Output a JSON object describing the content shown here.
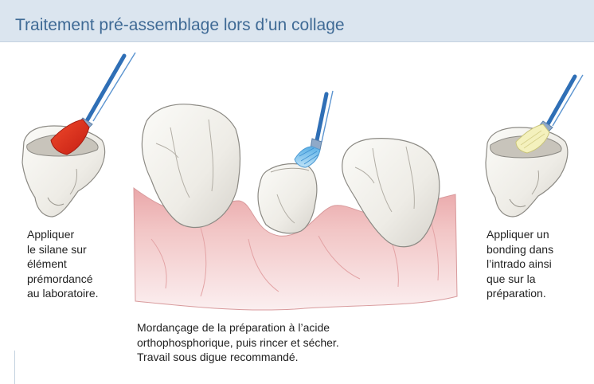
{
  "title": "Traitement pré-assemblage lors d’un collage",
  "captions": {
    "left": [
      "Appliquer",
      "le silane sur",
      "élément",
      "prémordancé",
      "au laboratoire."
    ],
    "center": [
      "Mordançage de la préparation à l’acide",
      "orthophosphorique, puis rincer et sécher.",
      "Travail sous digue recommandé."
    ],
    "right": [
      "Appliquer un",
      "bonding dans",
      "l’intrado ainsi",
      "que sur la",
      "préparation."
    ]
  },
  "colors": {
    "header_bg": "#dbe5ef",
    "title": "#3f6a95",
    "brush_handle": "#3b7cc4",
    "silane": "#e3361f",
    "etchant": "#7cc2ec",
    "bonding": "#f2efb0",
    "gum": "#f2c9c9"
  },
  "icons": [
    "brush-silane-icon",
    "brush-etchant-icon",
    "brush-bonding-icon",
    "crown-left-icon",
    "crown-right-icon",
    "tooth-icon",
    "prepared-tooth-icon"
  ]
}
